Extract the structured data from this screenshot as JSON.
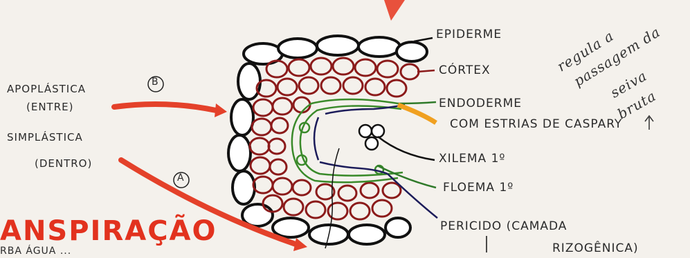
{
  "labels": {
    "epiderme": "EPIDERME",
    "cortex": "CÓRTEX",
    "endoderme_1": "ENDODERME",
    "endoderme_2": "COM ESTRIAS DE CASPARY",
    "xilema": "XILEMA 1º",
    "floema": "FLOEMA 1º",
    "periciclo_1": "PERICIDO (CAMADA",
    "periciclo_2": "RIZOGÊNICA)",
    "apoplastica_1": "APOPLÁSTICA",
    "apoplastica_2": "(ENTRE)",
    "simplastica_1": "SIMPLÁSTICA",
    "simplastica_2": "(DENTRO)",
    "marker_b": "B",
    "marker_a": "A",
    "note_1": "regula a",
    "note_2": "passagem da",
    "note_3": "seiva",
    "note_4": "bruta",
    "title_partial": "ANSPIRAÇÃO",
    "bottom_partial": "RBA ÁGUA ...",
    "bottom_right_partial": "RIZOGÊNICA"
  },
  "colors": {
    "epiderme": "#1a1a1a",
    "cortex": "#8b1a1a",
    "endoderme": "#2f7a2a",
    "arrow_red": "#e4412a",
    "arrow_orange": "#f0a020",
    "periciclo": "#1c1c5a",
    "title": "#e2321e"
  }
}
